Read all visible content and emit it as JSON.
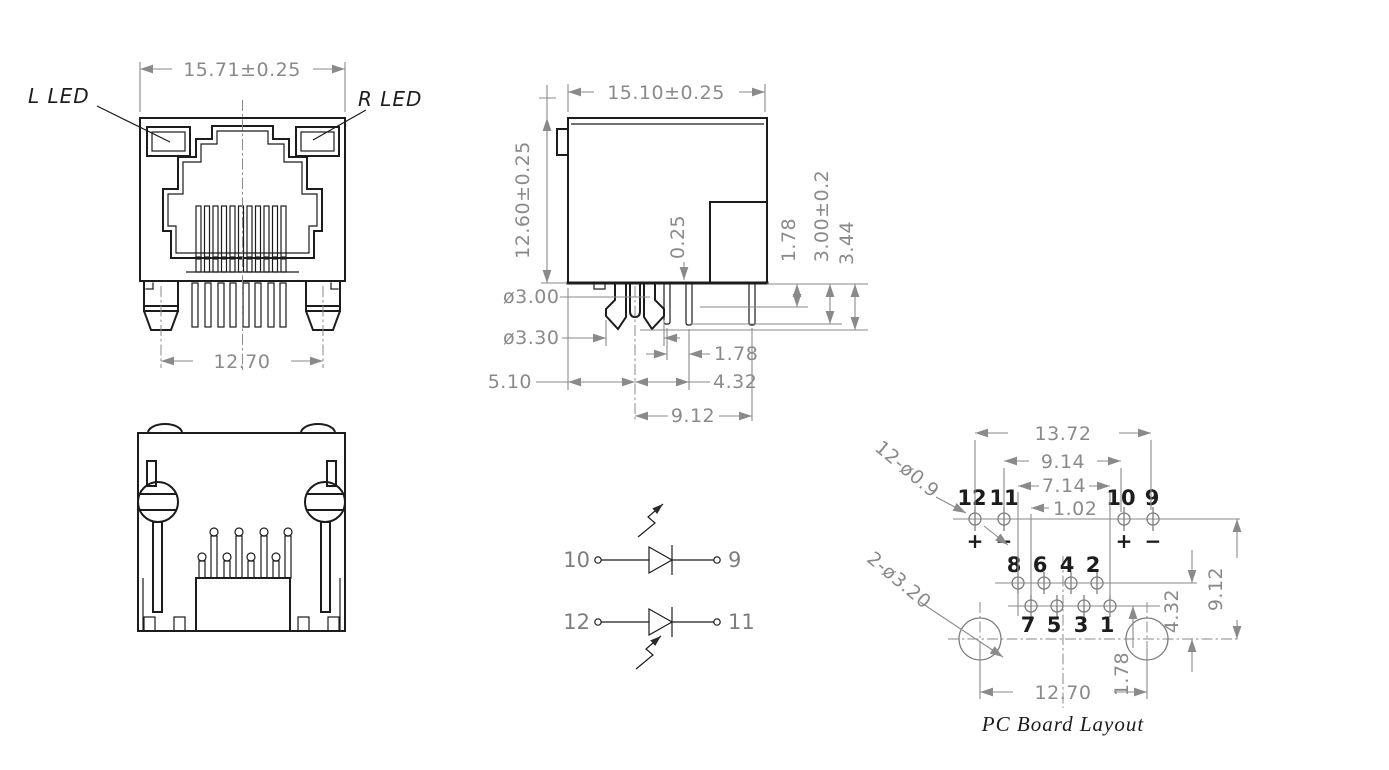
{
  "front": {
    "led_left_label": "L LED",
    "led_right_label": "R LED",
    "dim_top_width": "15.71±0.25",
    "dim_bottom_width": "12.70"
  },
  "side": {
    "dim_top_width": "15.10±0.25",
    "dim_height": "12.60±0.25",
    "dim_standoff": "0.25",
    "dim_tail_a": "1.78",
    "dim_tail_b": "3.00±0.2",
    "dim_tail_c": "3.44",
    "dim_post_dia": "ø3.00",
    "dim_post_barb_dia": "ø3.30",
    "dim_pin_pitch": "1.78",
    "dim_edge_to_post": "5.10",
    "dim_post_to_pin": "4.32",
    "dim_post_to_last_pin": "9.12"
  },
  "led_circuit": {
    "diode1": {
      "anode": "10",
      "cathode": "9"
    },
    "diode2": {
      "anode": "12",
      "cathode": "11"
    }
  },
  "pcb": {
    "caption": "PC Board Layout",
    "dim_led_outer_span": "13.72",
    "dim_led_inner_span": "9.14",
    "dim_signal_span": "7.14",
    "dim_stagger": "1.02",
    "dim_led_row_to_mount": "9.12",
    "dim_row_to_mount": "4.32",
    "dim_row_gap": "1.78",
    "dim_mount_span": "12.70",
    "label_small_holes": "12-ø0.9",
    "label_mount_holes": "2-ø3.20",
    "led_pins": [
      "12",
      "11",
      "10",
      "9"
    ],
    "led_polarity": [
      "+",
      "−",
      "+",
      "−"
    ],
    "row_top_pins": [
      "8",
      "6",
      "4",
      "2"
    ],
    "row_bottom_pins": [
      "7",
      "5",
      "3",
      "1"
    ]
  }
}
